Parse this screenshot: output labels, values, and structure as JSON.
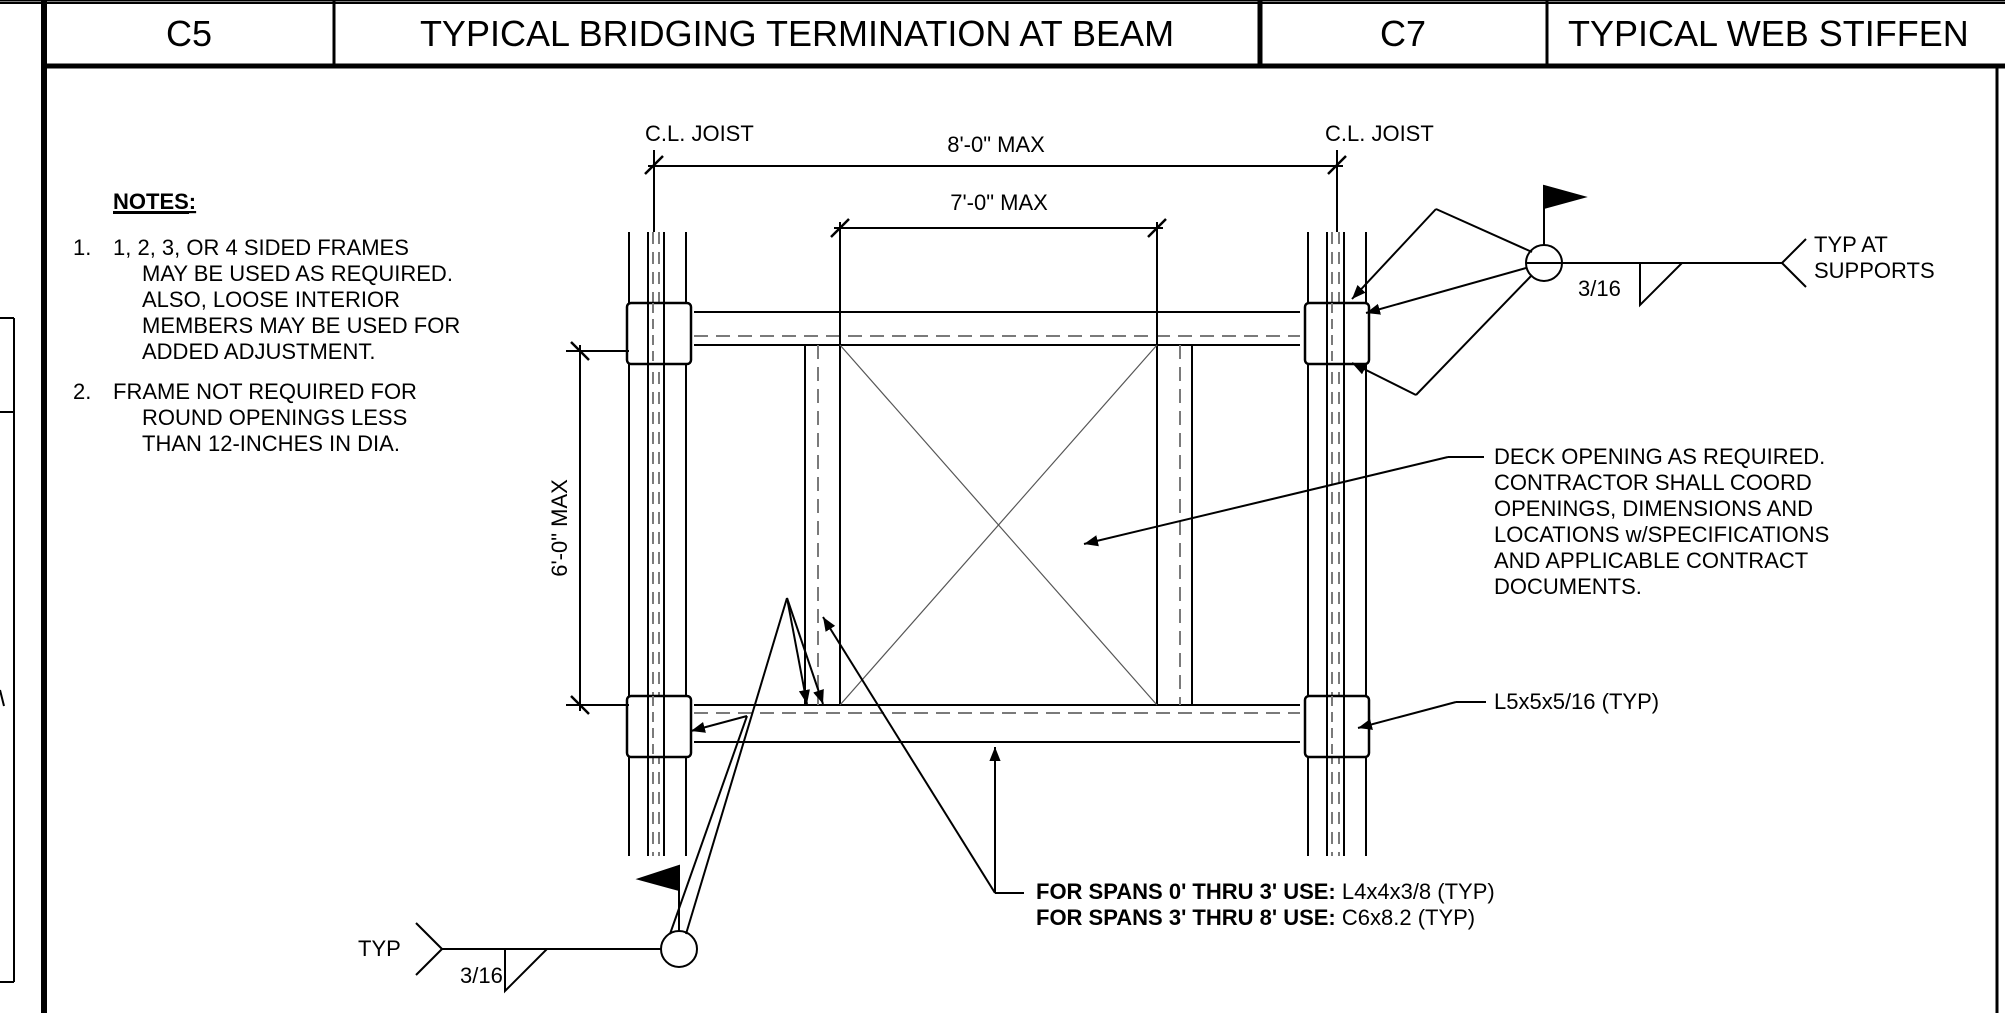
{
  "header": {
    "left_code": "C5",
    "left_title": "TYPICAL BRIDGING TERMINATION AT BEAM",
    "right_code": "C7",
    "right_title": "TYPICAL WEB STIFFEN"
  },
  "notes": {
    "heading": "NOTES:",
    "items": [
      {
        "number": "1.",
        "lines": [
          "1, 2, 3, OR 4 SIDED FRAMES",
          "MAY BE USED AS REQUIRED.",
          "ALSO, LOOSE INTERIOR",
          "MEMBERS MAY BE USED FOR",
          "ADDED ADJUSTMENT."
        ]
      },
      {
        "number": "2.",
        "lines": [
          "FRAME NOT REQUIRED FOR",
          "ROUND OPENINGS LESS",
          "THAN 12-INCHES IN DIA."
        ]
      }
    ]
  },
  "dimensions": {
    "cl_joist_left": "C.L. JOIST",
    "cl_joist_right": "C.L. JOIST",
    "overall_span": "8'-0\" MAX",
    "inner_span": "7'-0\" MAX",
    "height": "6'-0\" MAX"
  },
  "weld_symbols": {
    "top_size": "3/16",
    "top_tail": [
      "TYP AT",
      "SUPPORTS"
    ],
    "bottom_size": "3/16",
    "bottom_tail": "TYP"
  },
  "callouts": {
    "deck_opening": [
      "DECK OPENING AS REQUIRED.",
      "CONTRACTOR SHALL COORD",
      "OPENINGS, DIMENSIONS AND",
      "LOCATIONS w/SPECIFICATIONS",
      "AND APPLICABLE CONTRACT",
      "DOCUMENTS."
    ],
    "angle_member": "L5x5x5/16 (TYP)",
    "spans": [
      {
        "prefix": "FOR SPANS 0' THRU 3' USE:",
        "value": " L4x4x3/8 (TYP)"
      },
      {
        "prefix": "FOR SPANS 3' THRU 8' USE:",
        "value": " C6x8.2 (TYP)"
      }
    ]
  },
  "colors": {
    "line": "#000000",
    "background": "#ffffff",
    "hidden_line": "#7a7a7a"
  }
}
